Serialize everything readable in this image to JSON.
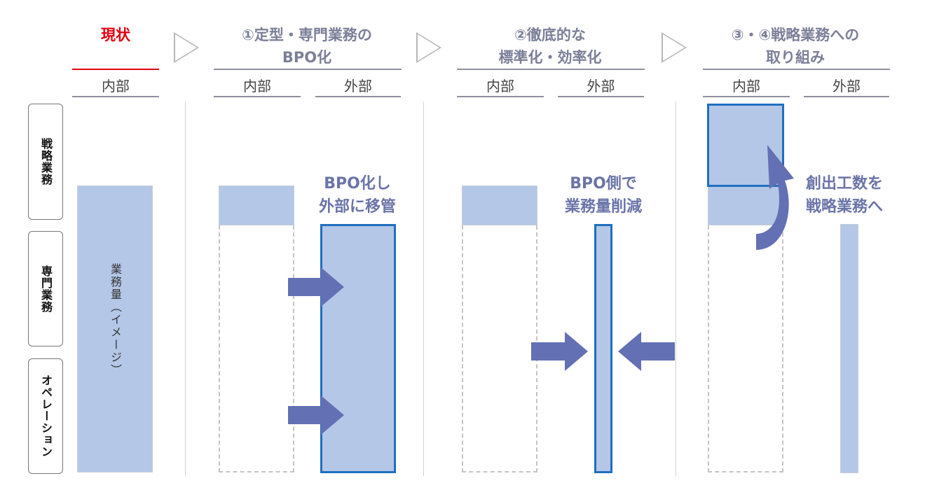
{
  "stages": [
    {
      "title": "現状",
      "cols": [
        "内部"
      ]
    },
    {
      "title_line1": "①定型・専門業務の",
      "title_line2": "BPO化",
      "cols": [
        "内部",
        "外部"
      ]
    },
    {
      "title_line1": "②徹底的な",
      "title_line2": "標準化・効率化",
      "cols": [
        "内部",
        "外部"
      ]
    },
    {
      "title_line1": "③・④戦略業務への",
      "title_line2": "取り組み",
      "cols": [
        "内部",
        "外部"
      ]
    }
  ],
  "rows": [
    "戦略業務",
    "専門業務",
    "オペレーション"
  ],
  "volume_label": "業務量（イメージ）",
  "notes": {
    "bpo_move_line1": "BPO化し",
    "bpo_move_line2": "外部に移管",
    "bpo_reduce_line1": "BPO側で",
    "bpo_reduce_line2": "業務量削減",
    "strategy_line1": "創出工数を",
    "strategy_line2": "戦略業務へ"
  },
  "colors": {
    "block_fill": "#b4c7e7",
    "block_outline": "#1f6fbf",
    "arrow": "#6470b4",
    "highlight": "#e3000f",
    "note_text": "#6a74a8"
  },
  "icons": [
    "chevron-right-icon",
    "arrow-right-icon",
    "arrow-left-icon",
    "curved-arrow-up-icon"
  ]
}
